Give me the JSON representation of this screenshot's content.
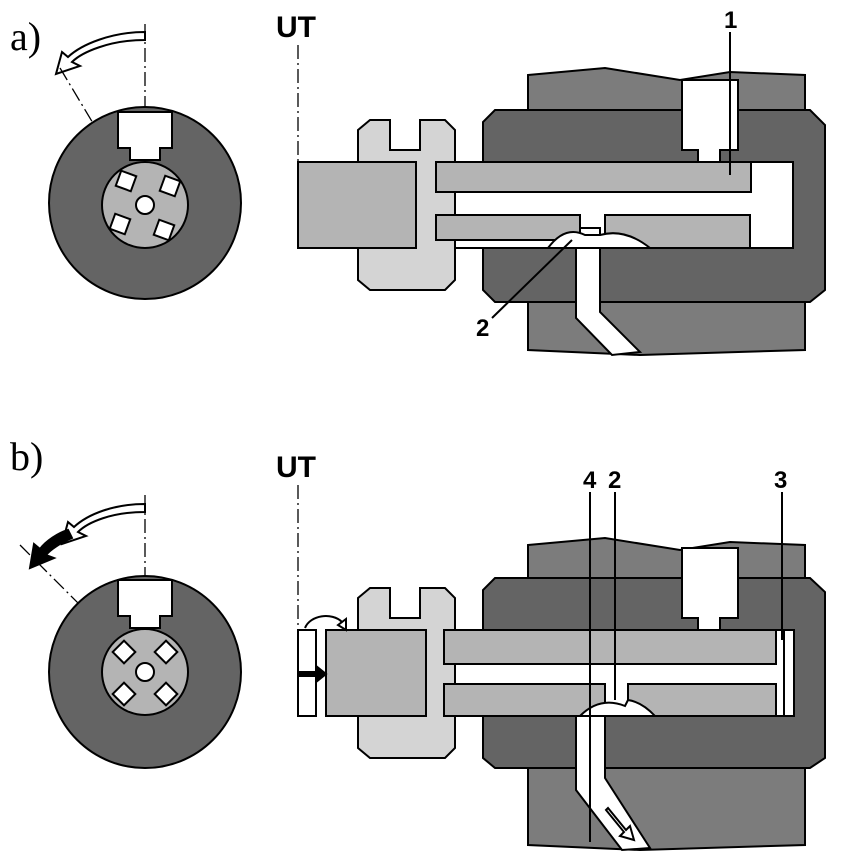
{
  "panels": [
    {
      "id": "a",
      "letter": "a)",
      "ut": "UT",
      "callouts": [
        "1",
        "2"
      ]
    },
    {
      "id": "b",
      "letter": "b)",
      "ut": "UT",
      "callouts": [
        "4",
        "2",
        "3"
      ]
    }
  ],
  "colors": {
    "dark": "#646464",
    "medium": "#7c7c7c",
    "light": "#b4b4b4",
    "lightest": "#d4d4d4",
    "white": "#ffffff",
    "black": "#000000"
  }
}
